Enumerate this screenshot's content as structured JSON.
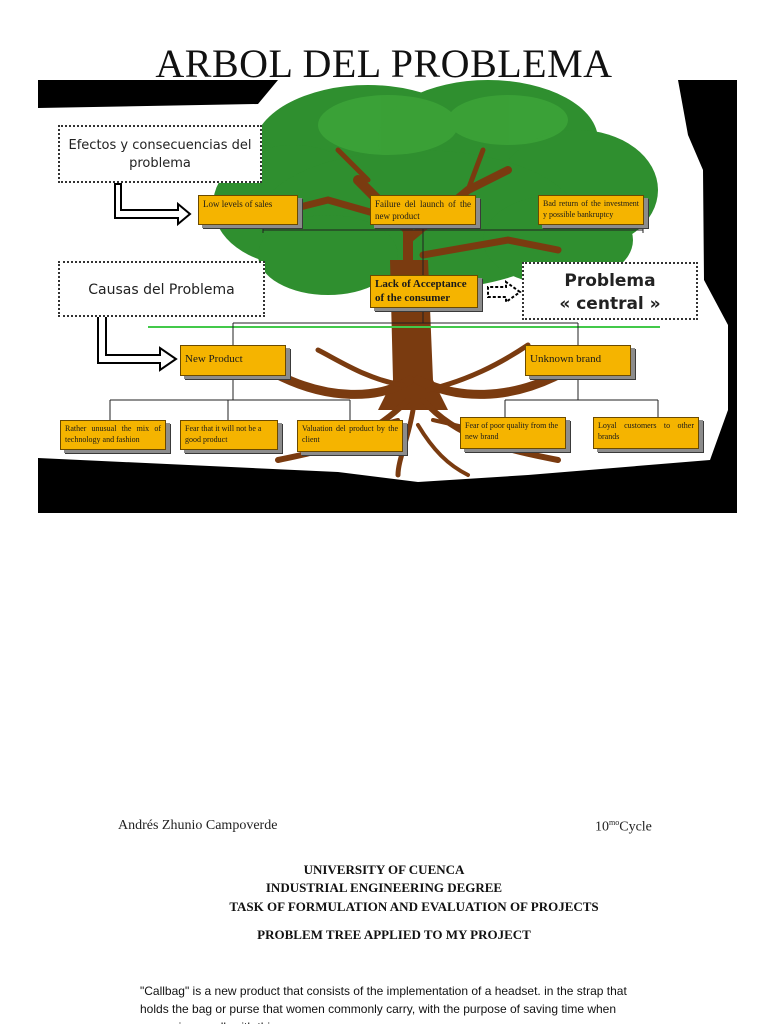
{
  "title": "ARBOL DEL PROBLEMA",
  "labels": {
    "effects": "Efectos y consecuencias del problema",
    "causes": "Causas del Problema",
    "central_line1": "Problema",
    "central_line2": "« central »"
  },
  "effects": [
    "Low levels of sales",
    "Failure del launch of the new product",
    "Bad return of the investment y possible bankruptcy"
  ],
  "central_problem": "Lack of Acceptance of the consumer",
  "causes": [
    "New Product",
    "Unknown brand"
  ],
  "sub_causes": [
    "Rather unusual the mix of technology and fashion",
    "Fear that it will not be a good product",
    "Valuation del product by the client",
    "Fear of poor quality from the new brand",
    "Loyal customers to other brands"
  ],
  "footer": {
    "author": "Andrés Zhunio Campoverde",
    "cycle": "10",
    "cycle_sup": "mo",
    "cycle_suffix": "Cycle",
    "university": "UNIVERSITY OF CUENCA",
    "degree": "INDUSTRIAL ENGINEERING DEGREE",
    "task": "TASK OF FORMULATION AND EVALUATION OF PROJECTS",
    "subtitle": "PROBLEM TREE APPLIED TO MY PROJECT",
    "paragraph": "\"Callbag\" is a new product that consists of the implementation of a headset. in the strap that holds the bag or purse that women commonly carry, with the purpose of saving time when answering a call, with this"
  },
  "colors": {
    "box": "#f5b400",
    "foliage": "#2e8b2e",
    "trunk": "#7a3b10",
    "ground_line": "#43c94a"
  }
}
